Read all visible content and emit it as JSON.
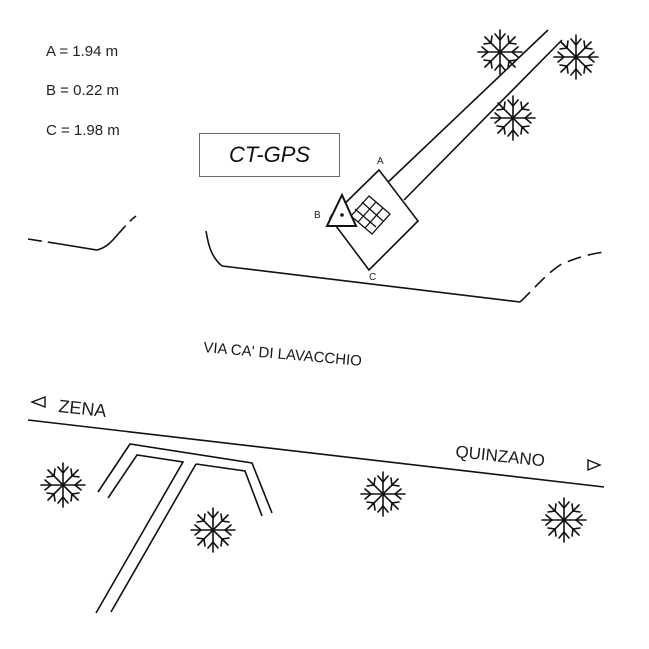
{
  "measurements": {
    "a": "A = 1.94 m",
    "b": "B = 0.22 m",
    "c": "C = 1.98 m"
  },
  "station": {
    "title": "CT-GPS",
    "corner_a": "A",
    "corner_b": "B",
    "corner_c": "C"
  },
  "streets": {
    "main": "VIA CA' DI LAVACCHIO",
    "west": "ZENA",
    "east": "QUINZANO"
  },
  "icons": {
    "west_arrow": "triangle-left-icon",
    "east_arrow": "triangle-right-icon",
    "tree": "tree-symbol-icon",
    "marker": "survey-marker-icon"
  },
  "colors": {
    "line": "#111111",
    "marker_red": "#c0392b"
  }
}
